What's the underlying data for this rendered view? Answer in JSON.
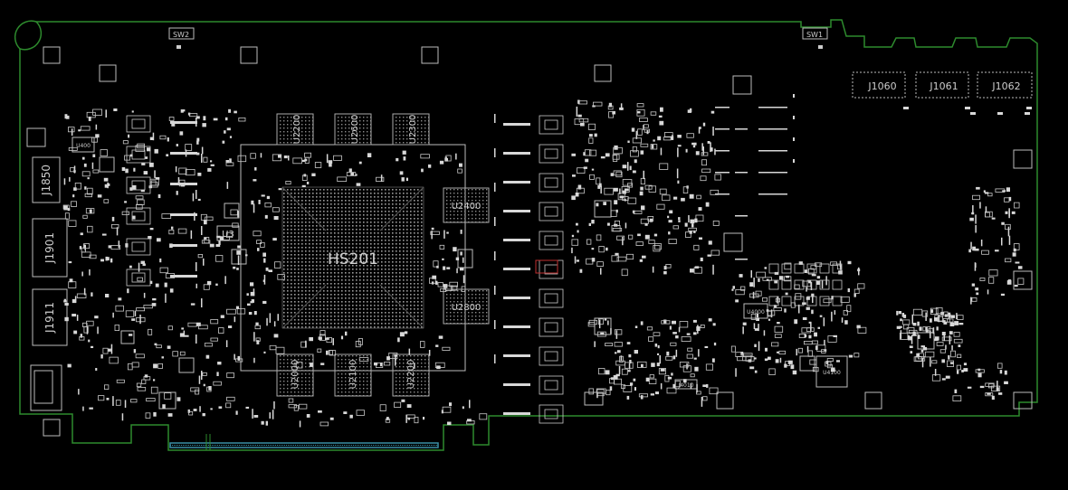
{
  "colors": {
    "background": "#000000",
    "outline": "#2d8a2d",
    "silkscreen": "#c8c8c8",
    "component": "#d8d8d8",
    "edge_connector": "#3a8fa6",
    "marker": "#c03030"
  },
  "board": {
    "main_chip": "HS201",
    "switches": [
      "SW2",
      "SW1"
    ],
    "output_connectors": [
      "J1060",
      "J1061",
      "J1062"
    ],
    "side_connectors": [
      "J1850",
      "J1901",
      "J1911"
    ],
    "memory_top": [
      "U2200",
      "U2600",
      "U2300"
    ],
    "memory_bottom": [
      "U2000",
      "U2100",
      "U2200"
    ],
    "memory_right": [
      "U2400",
      "U2800"
    ],
    "small_parts": [
      "U400",
      "U3",
      "U4000",
      "U4100",
      "J4010"
    ]
  }
}
